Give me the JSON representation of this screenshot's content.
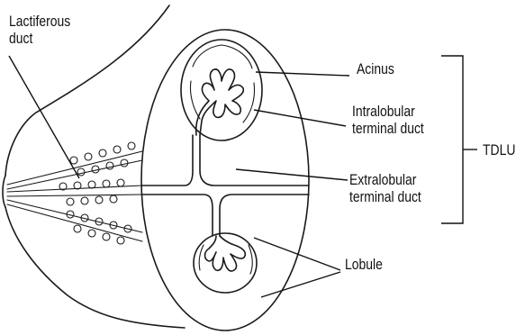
{
  "labels": {
    "lactiferous_line1": "Lactiferous",
    "lactiferous_line2": "duct",
    "acinus": "Acinus",
    "intralobular_line1": "Intralobular",
    "intralobular_line2": "terminal duct",
    "extralobular_line1": "Extralobular",
    "extralobular_line2": "terminal duct",
    "lobule": "Lobule",
    "tdlu": "TDLU"
  }
}
